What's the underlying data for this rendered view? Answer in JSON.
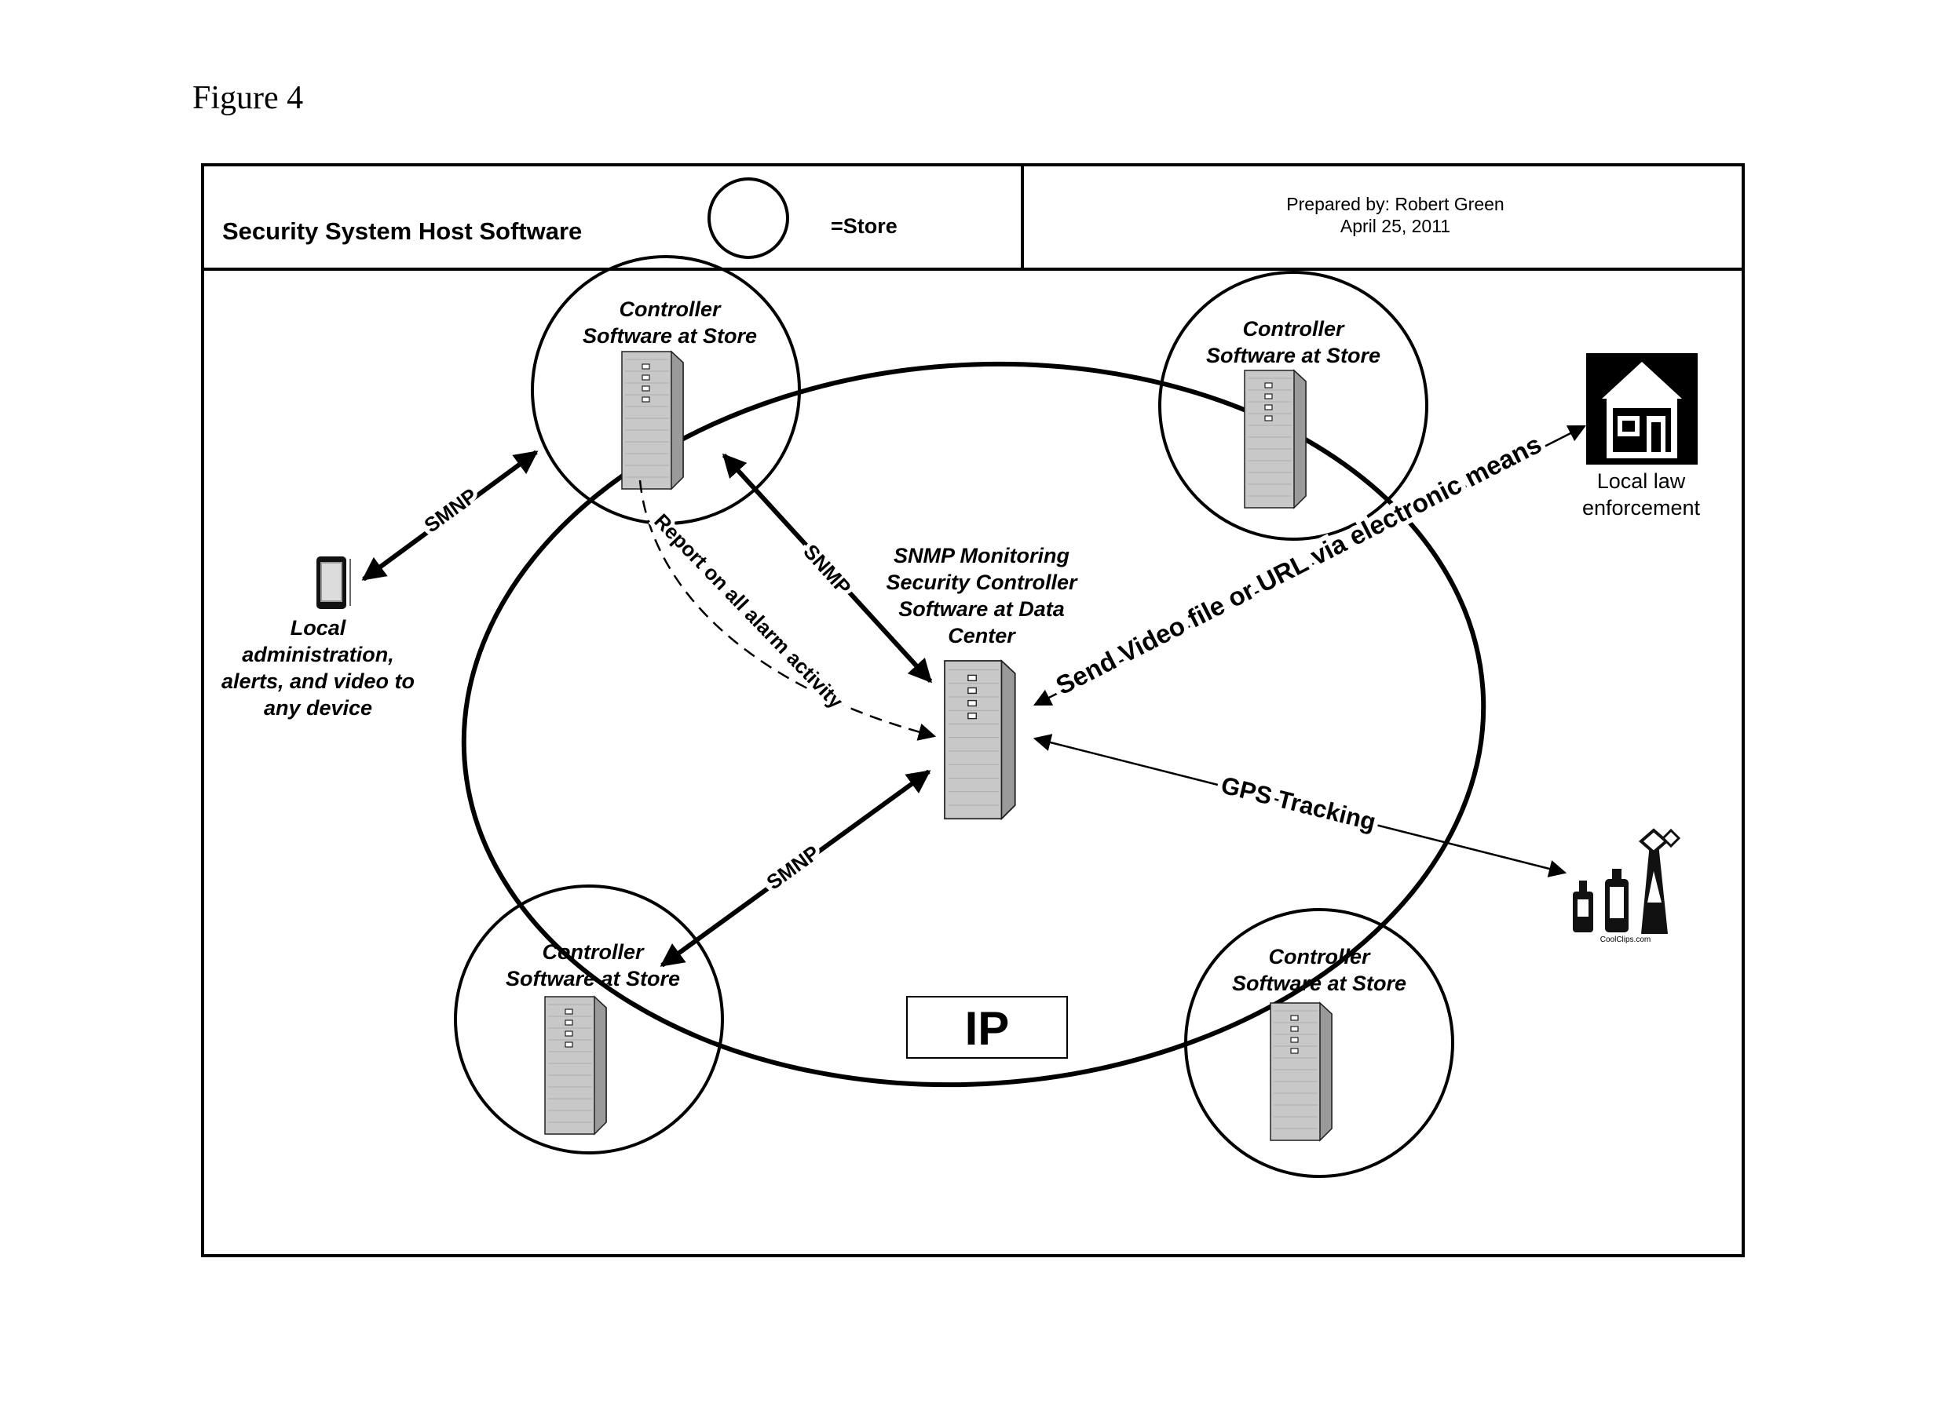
{
  "figure_label": "Figure 4",
  "header": {
    "title": "Security System Host Software",
    "legend_label": "=Store",
    "prepared_by": "Prepared by: Robert Green",
    "date": "April 25, 2011"
  },
  "stores": {
    "top_left": [
      "Controller",
      "Software at Store"
    ],
    "top_right": [
      "Controller",
      "Software at Store"
    ],
    "bottom_left": [
      "Controller",
      "Software at Store"
    ],
    "bottom_right": [
      "Controller",
      "Software at Store"
    ]
  },
  "data_center": [
    "SNMP Monitoring",
    "Security Controller",
    "Software at Data",
    "Center"
  ],
  "local_device": [
    "Local",
    "administration,",
    "alerts, and video to",
    "any device"
  ],
  "law_enforcement": [
    "Local law",
    "enforcement"
  ],
  "network_label": "IP",
  "links": {
    "device_store": "SMNP",
    "store_datacenter": "SNMP",
    "report": "Report on all alarm activity",
    "bottom_store": "SMNP",
    "send_video": "Send Video file or URL via electronic means",
    "gps": "GPS Tracking"
  },
  "clipart_credit": "CoolClips.com",
  "colors": {
    "server_front": "#c8c8c8",
    "server_side": "#9a9a9a",
    "line": "#000000"
  }
}
